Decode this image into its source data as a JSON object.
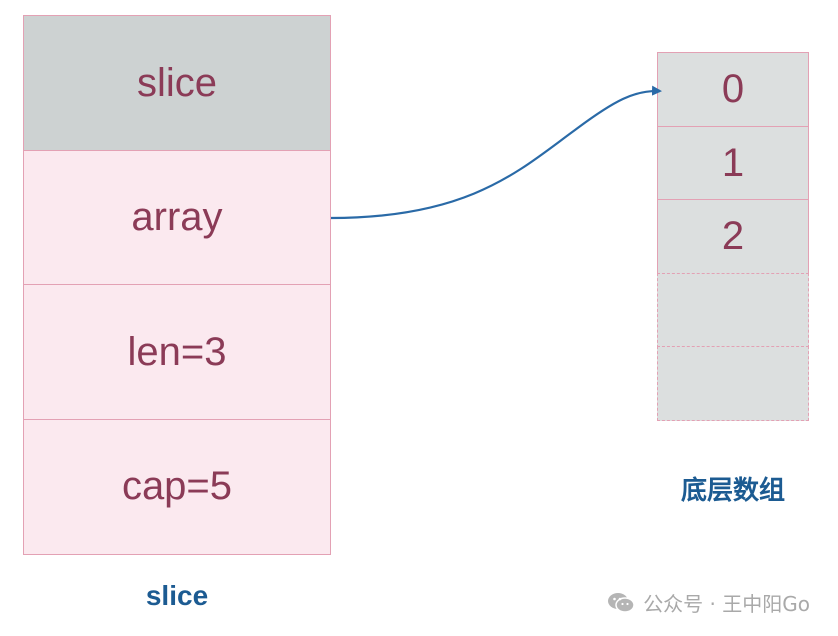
{
  "struct": {
    "header": "slice",
    "fields": [
      "array",
      "len=3",
      "cap=5"
    ],
    "caption": "slice"
  },
  "underlying_array": {
    "slots": [
      "0",
      "1",
      "2",
      "",
      ""
    ],
    "used_count": 3,
    "capacity": 5,
    "caption": "底层数组"
  },
  "watermark": {
    "text": "公众号 · 王中阳Go",
    "icon": "wechat-icon"
  },
  "colors": {
    "struct_fill": "#fbe9ef",
    "header_fill": "#cdd2d2",
    "array_fill": "#dcdfdf",
    "border": "#e3a1b4",
    "text": "#8b3b57",
    "caption": "#1c5b92",
    "arrow": "#2a6aa7"
  }
}
